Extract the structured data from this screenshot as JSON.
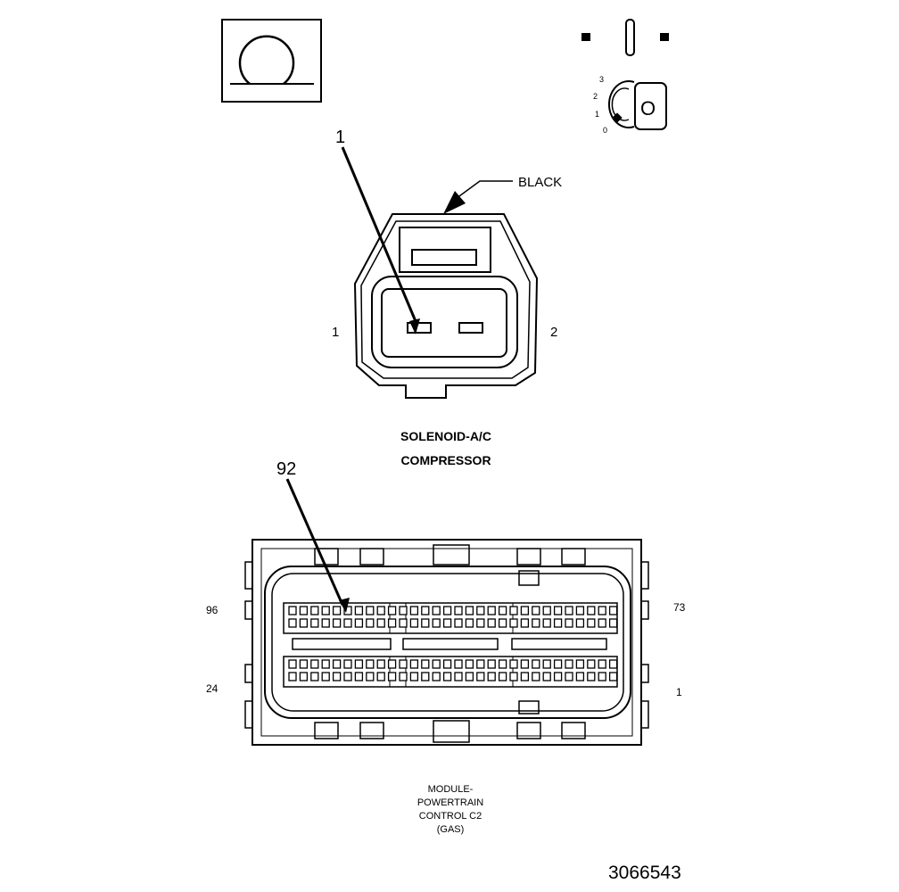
{
  "symbols": {
    "ground_icon": "ohm-ground-icon",
    "ignition_icon": "ignition-key-icon",
    "ignition_positions": [
      "3",
      "2",
      "1",
      "0"
    ],
    "key_label": "O"
  },
  "connector_top": {
    "callout_pin": "1",
    "color_label": "BLACK",
    "pin_left": "1",
    "pin_right": "2",
    "title_line1": "SOLENOID-A/C",
    "title_line2": "COMPRESSOR"
  },
  "connector_bottom": {
    "callout_pin": "92",
    "pin_top_left": "96",
    "pin_top_right": "73",
    "pin_bottom_left": "24",
    "pin_bottom_right": "1",
    "title_lines": [
      "MODULE-",
      "POWERTRAIN",
      "CONTROL C2",
      "(GAS)"
    ]
  },
  "figure_id": "3066543"
}
